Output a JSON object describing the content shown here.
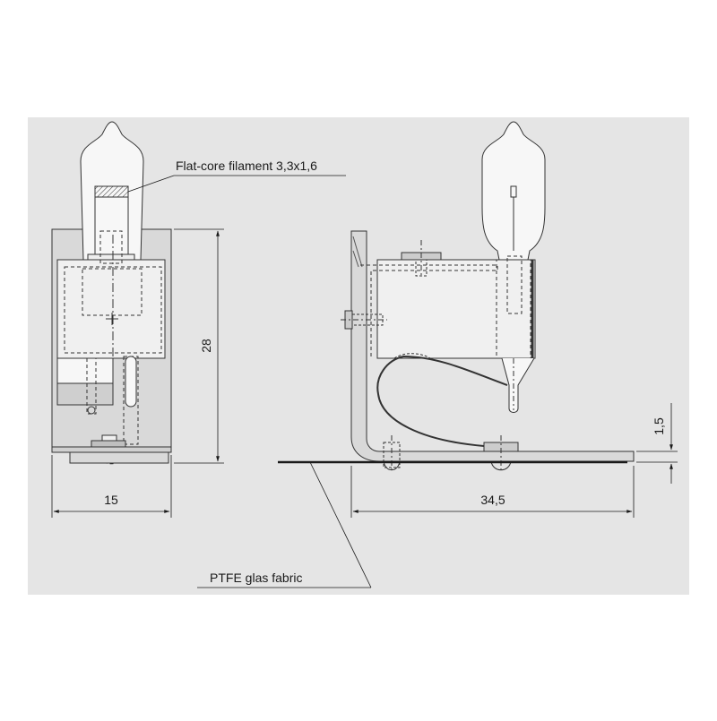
{
  "labels": {
    "filament": "Flat-core filament 3,3x1,6",
    "ptfe": "PTFE glas fabric"
  },
  "dimensions": {
    "height": "28",
    "width_front": "15",
    "width_side": "34,5",
    "thickness": "1,5"
  },
  "colors": {
    "background": "#e5e5e5",
    "panel": "#d9d9d9",
    "bulb": "#f7f7f7",
    "line": "#1a1a1a"
  }
}
